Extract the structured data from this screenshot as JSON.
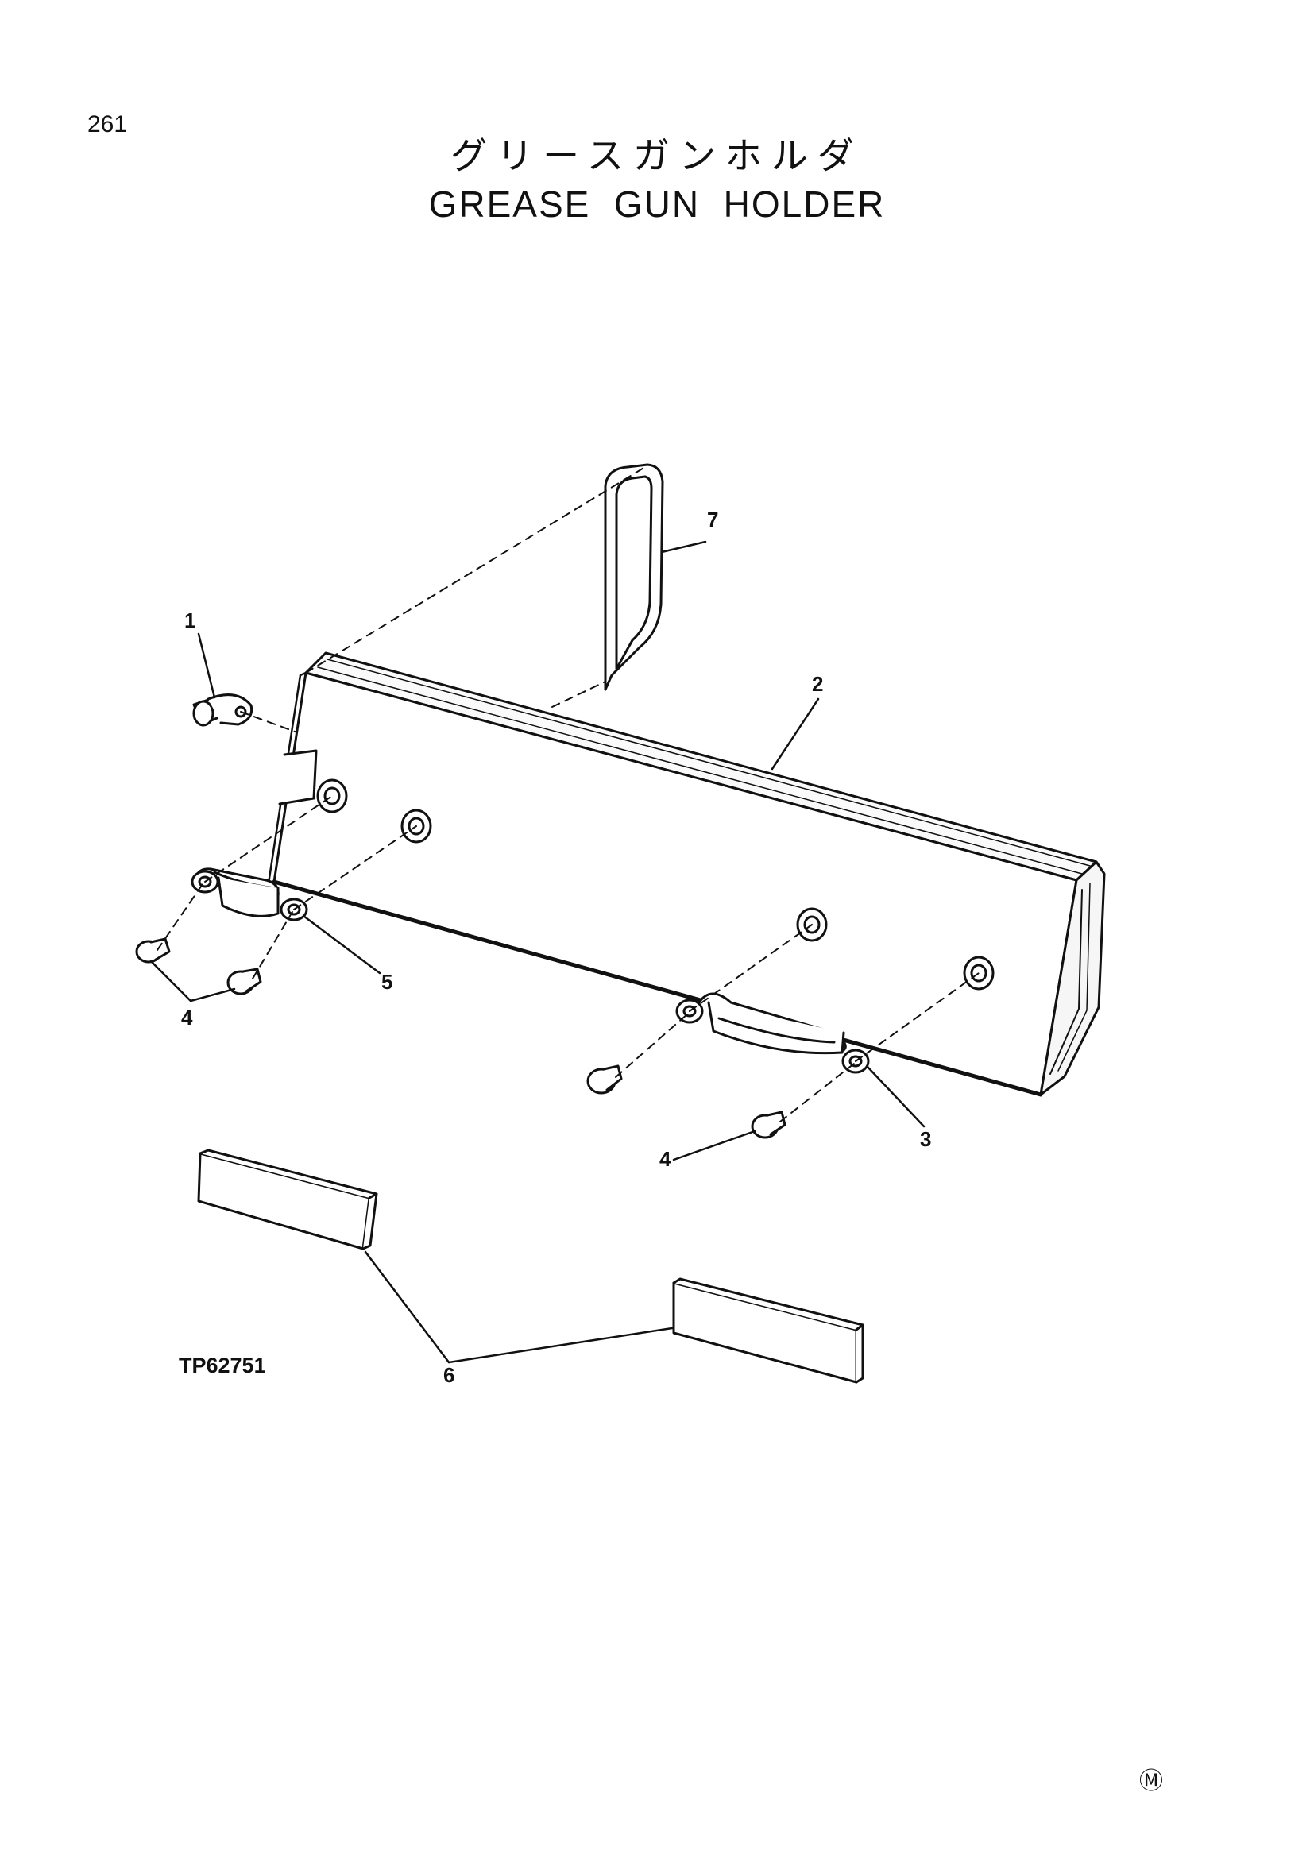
{
  "page_number": "261",
  "title_jp": "グリースガンホルダ",
  "title_en": "GREASE  GUN  HOLDER",
  "drawing_code": "TP62751",
  "callouts": {
    "c1": "1",
    "c2": "2",
    "c3": "3",
    "c4a": "4",
    "c4b": "4",
    "c5": "5",
    "c6": "6",
    "c7": "7"
  },
  "corner_mark": "Ⓜ"
}
